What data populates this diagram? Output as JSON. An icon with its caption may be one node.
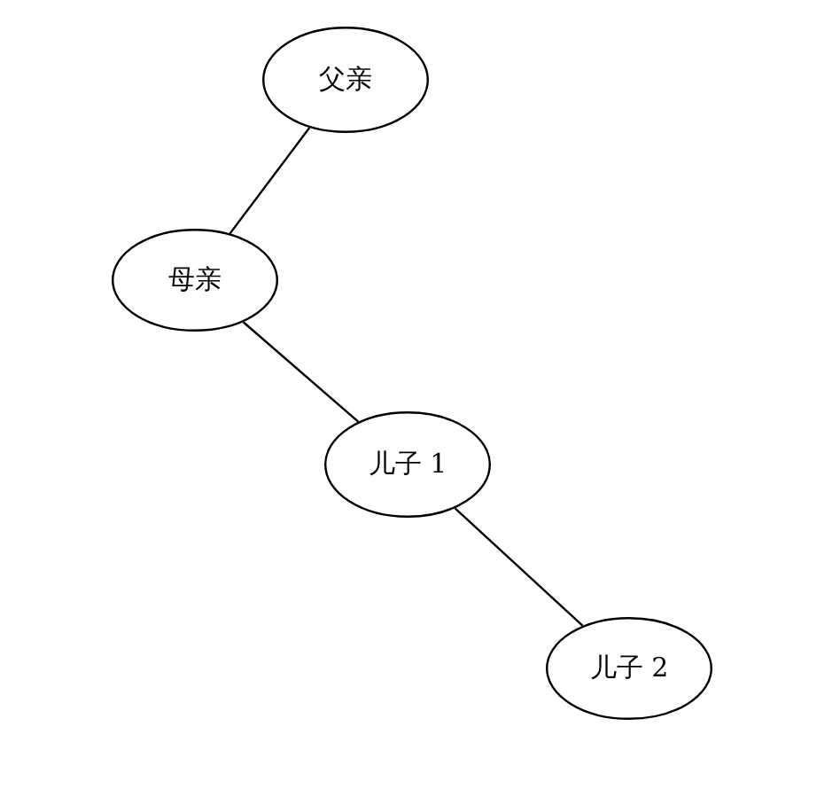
{
  "diagram": {
    "nodes": [
      {
        "text": [
          "父亲"
        ]
      },
      {
        "text": [
          "母亲"
        ]
      },
      {
        "text": [
          "儿子 1"
        ]
      },
      {
        "text": [
          "儿子 2"
        ]
      }
    ],
    "edges": [
      {
        "from": 0,
        "to": 1,
        "arrow": "none"
      },
      {
        "from": 1,
        "to": 2,
        "arrow": "none"
      },
      {
        "from": 2,
        "to": 3,
        "arrow": "none"
      }
    ]
  }
}
